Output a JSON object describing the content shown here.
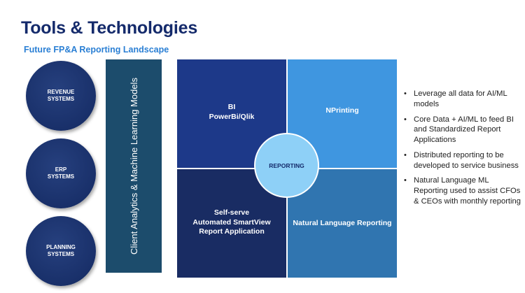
{
  "header": {
    "title": "Tools & Technologies",
    "subtitle": "Future FP&A Reporting Landscape"
  },
  "systems": [
    "REVENUE\nSYSTEMS",
    "ERP\nSYSTEMS",
    "PLANNING\nSYSTEMS"
  ],
  "analytics_bar": {
    "label": "Client Analytics & Machine Learning Models"
  },
  "quadrants": {
    "bi": "BI\nPowerBi/Qlik",
    "nprinting": "NPrinting",
    "self_serve": "Self-serve\nAutomated SmartView\nReport Application",
    "natural_language": "Natural Language Reporting"
  },
  "center": {
    "label": "REPORTING"
  },
  "bullets": [
    "Leverage all data for AI/ML models",
    "Core Data + AI/ML to feed BI and Standardized Report Applications",
    "Distributed reporting to be developed to service business",
    "Natural Language ML Reporting used to assist CFOs & CEOs with monthly reporting"
  ],
  "colors": {
    "title": "#142a6b",
    "subtitle": "#2a7fd4",
    "circle_fill": "#19306a",
    "bar_fill": "#1c4c6c",
    "quad_bi": "#1d3989",
    "quad_nprinting": "#3f96e0",
    "quad_self_serve": "#192c63",
    "quad_natural_language": "#3075b0",
    "center_fill": "#8ed0f7"
  }
}
